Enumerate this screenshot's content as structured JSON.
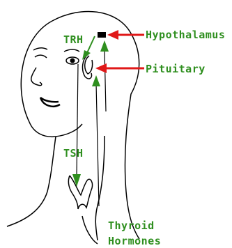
{
  "labels": {
    "trh": "TRH",
    "tsh": "TSH",
    "hypothalamus": "Hypothalamus",
    "pituitary": "Pituitary",
    "thyroid_hormones_line1": "Thyroid",
    "thyroid_hormones_line2": "Hormones"
  },
  "colors": {
    "label": "#2f8f1f",
    "arrow_red": "#e01818",
    "arrow_green": "#2f8f1f",
    "outline": "#000000",
    "background": "#ffffff"
  }
}
